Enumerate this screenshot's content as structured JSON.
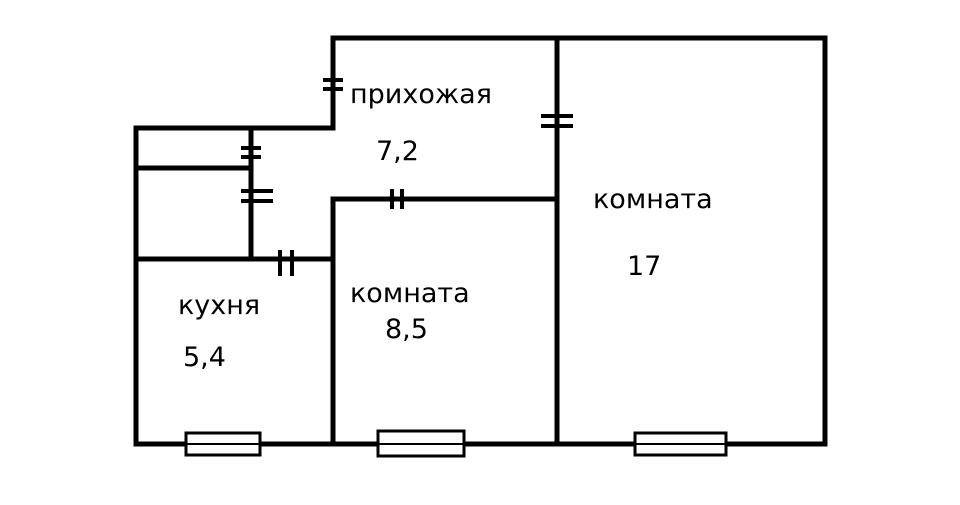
{
  "colors": {
    "wall": "#000000",
    "background": "#ffffff"
  },
  "rooms": {
    "hallway": {
      "name": "прихожая",
      "area": "7,2"
    },
    "kitchen": {
      "name": "кухня",
      "area": "5,4"
    },
    "room_small": {
      "name": "комната",
      "area": "8,5"
    },
    "room_large": {
      "name": "комната",
      "area": "17"
    }
  }
}
